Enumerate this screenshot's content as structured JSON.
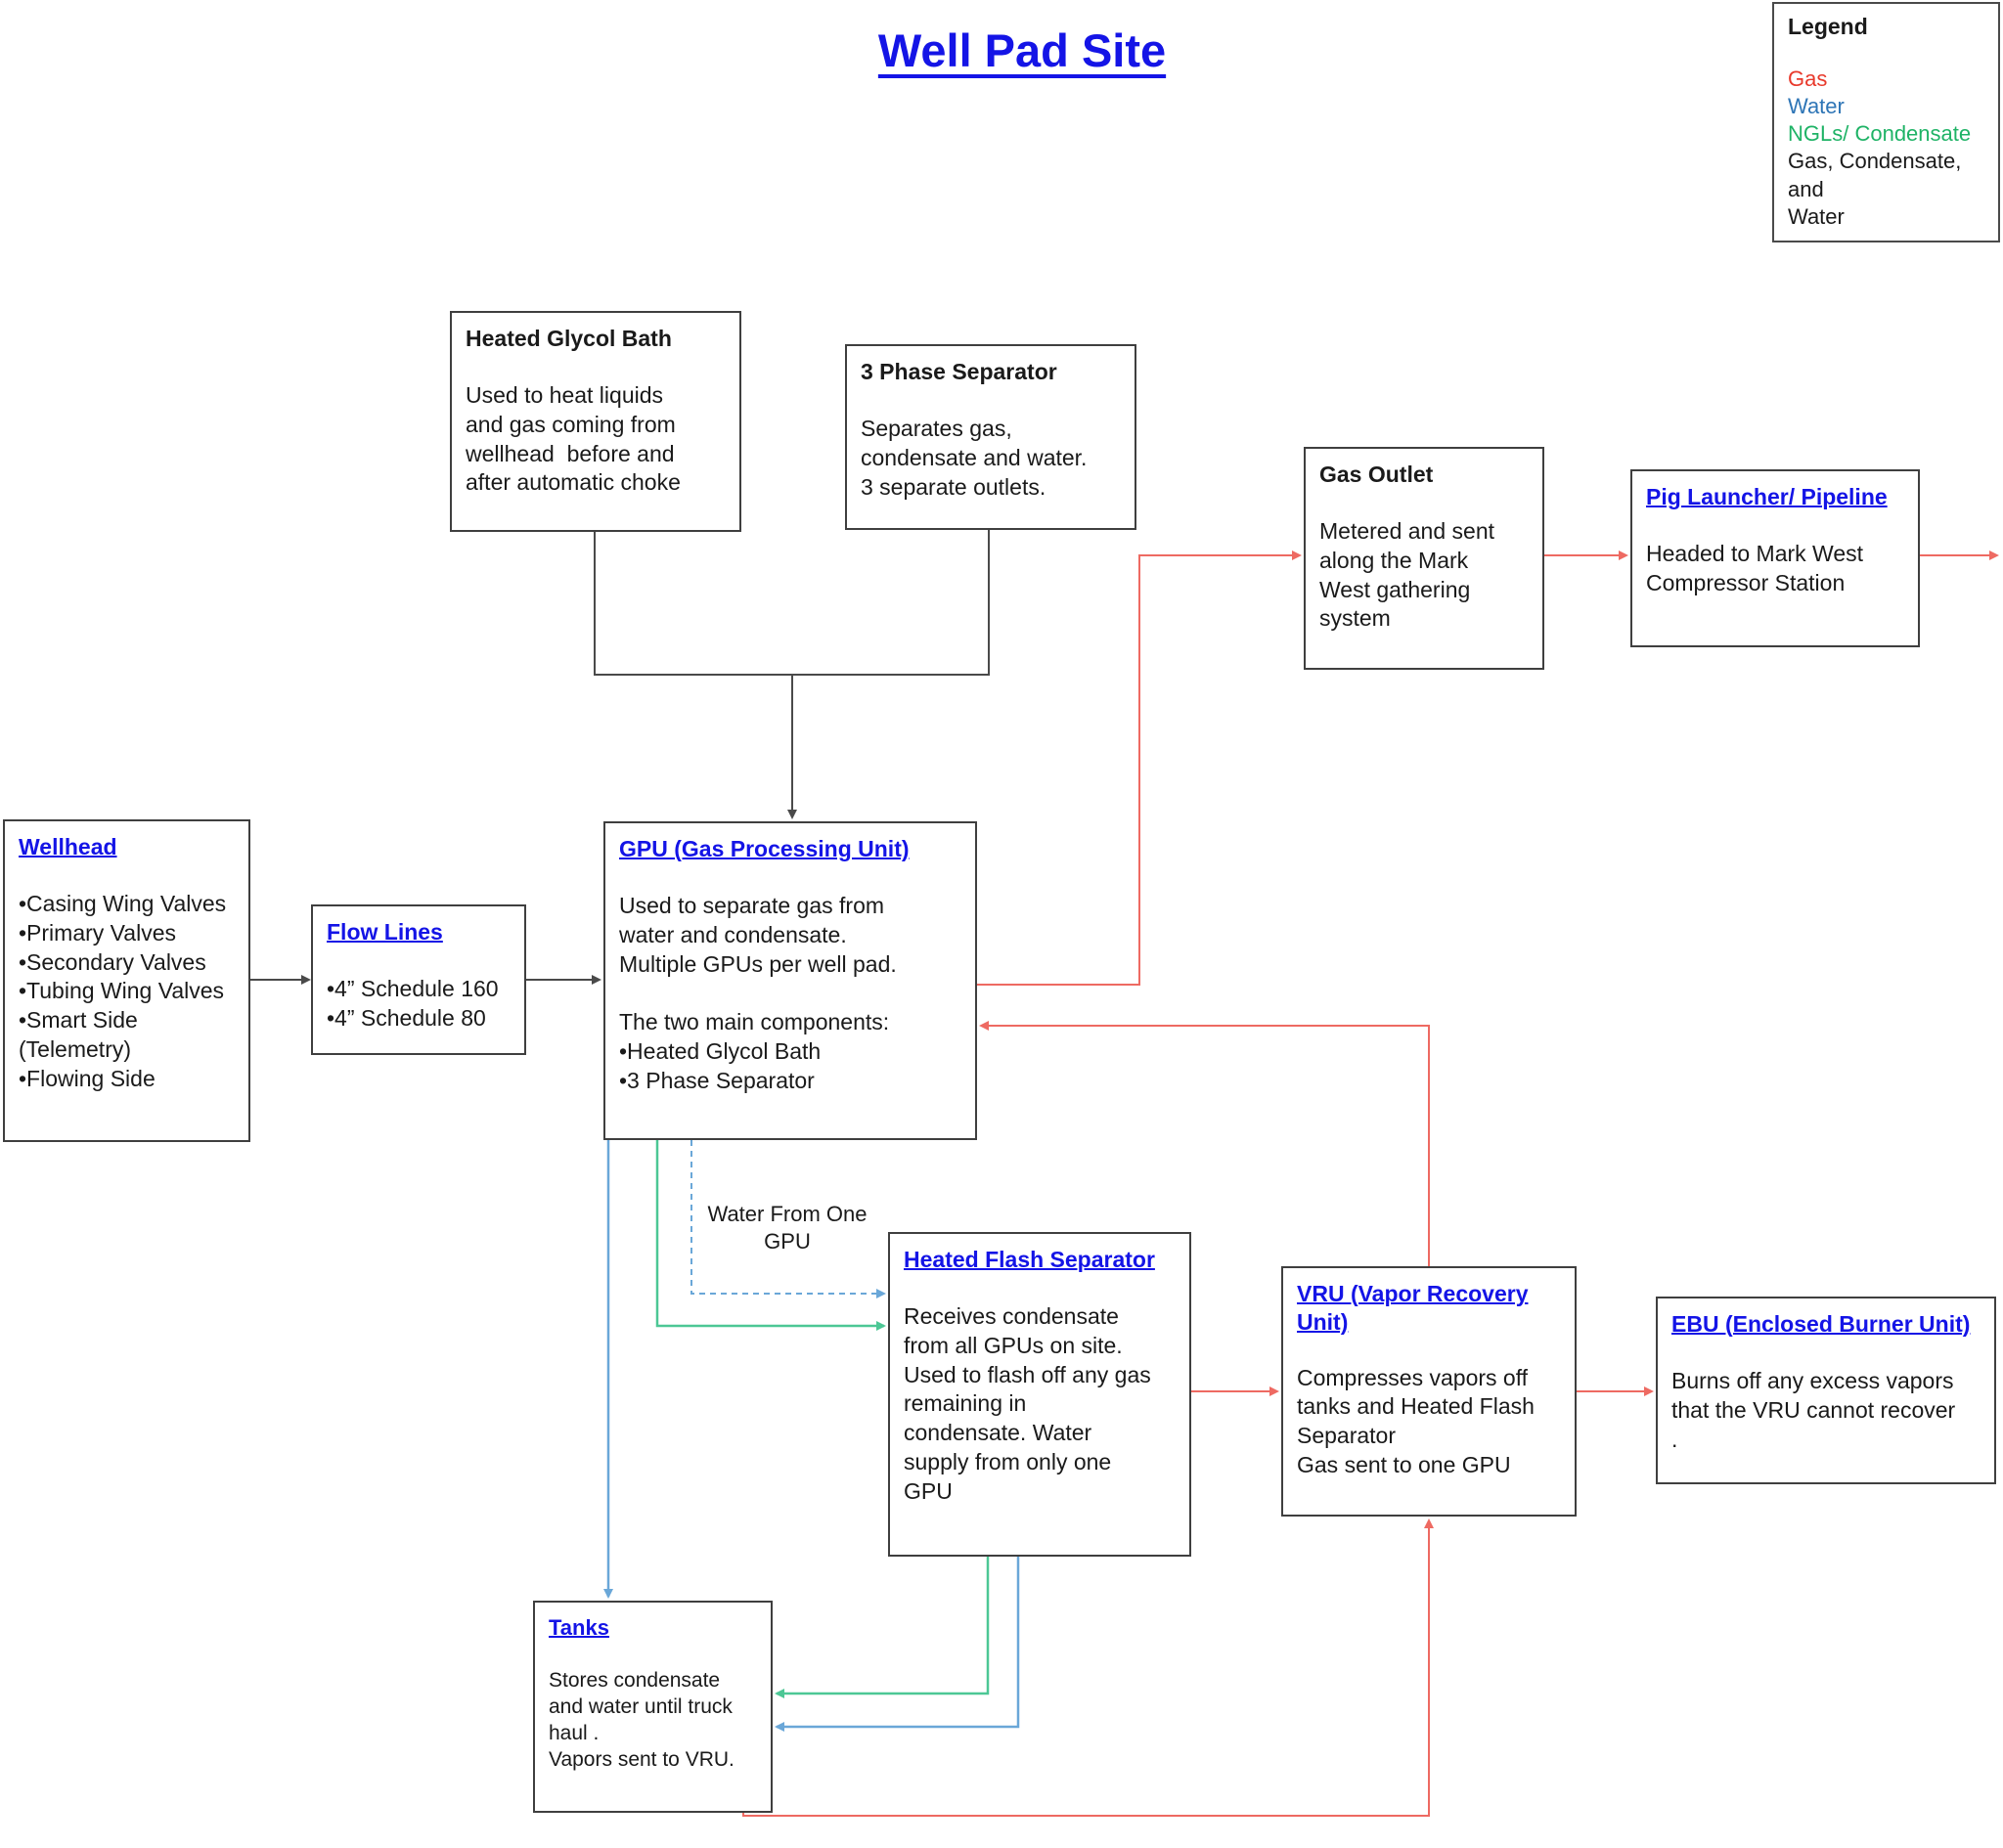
{
  "title": "Well Pad Site",
  "colors": {
    "title_blue": "#1414E6",
    "gas_red": "#E8392B",
    "water_blue": "#2E75B6",
    "ngl_green": "#1FB366",
    "text_black": "#1A1A1A",
    "line_red": "#EE6A62",
    "line_blue": "#6AA7D8",
    "line_green": "#4CC795",
    "line_black": "#4A4A4A"
  },
  "legend": {
    "title": "Legend",
    "items": [
      {
        "label": "Gas",
        "color": "#E8392B"
      },
      {
        "label": "Water",
        "color": "#2E75B6"
      },
      {
        "label": "NGLs/ Condensate",
        "color": "#1FB366"
      },
      {
        "label": "Gas, Condensate, and\nWater",
        "color": "#1A1A1A"
      }
    ]
  },
  "boxes": {
    "heated_glycol_bath": {
      "title": "Heated Glycol Bath",
      "body": "Used to heat liquids\nand gas coming from\nwellhead  before and\nafter automatic choke"
    },
    "three_phase_separator": {
      "title": "3 Phase Separator",
      "body": "Separates gas,\ncondensate and water.\n3 separate outlets."
    },
    "gas_outlet": {
      "title": "Gas Outlet",
      "body": "Metered and sent\nalong the Mark\nWest gathering\nsystem"
    },
    "pig_launcher": {
      "title": "Pig Launcher/ Pipeline",
      "body": "Headed to Mark West\nCompressor Station"
    },
    "wellhead": {
      "title": "Wellhead",
      "body": "•Casing Wing Valves\n•Primary Valves\n•Secondary Valves\n•Tubing Wing Valves\n•Smart Side\n(Telemetry)\n•Flowing Side"
    },
    "flow_lines": {
      "title": "Flow Lines",
      "body": "•4” Schedule 160\n•4” Schedule 80"
    },
    "gpu": {
      "title": "GPU (Gas Processing Unit)",
      "body": "Used to separate gas from\nwater and condensate.\nMultiple GPUs per well pad.\n\nThe two main components:\n•Heated Glycol Bath\n•3 Phase Separator"
    },
    "heated_flash_separator": {
      "title": "Heated Flash Separator",
      "body": "Receives condensate\nfrom all GPUs on site.\nUsed to flash off any gas\nremaining in\ncondensate. Water\nsupply from only one\nGPU"
    },
    "vru": {
      "title": "VRU (Vapor Recovery\nUnit)",
      "body": "Compresses vapors off\ntanks and Heated Flash\nSeparator\nGas sent to one GPU"
    },
    "ebu": {
      "title": "EBU (Enclosed Burner Unit)",
      "body": "Burns off any excess vapors\nthat the VRU cannot recover\n."
    },
    "tanks": {
      "title": "Tanks",
      "body": "Stores condensate\nand water until truck\nhaul .\nVapors sent to VRU."
    }
  },
  "labels": {
    "water_from_one_gpu": "Water From One\nGPU"
  }
}
